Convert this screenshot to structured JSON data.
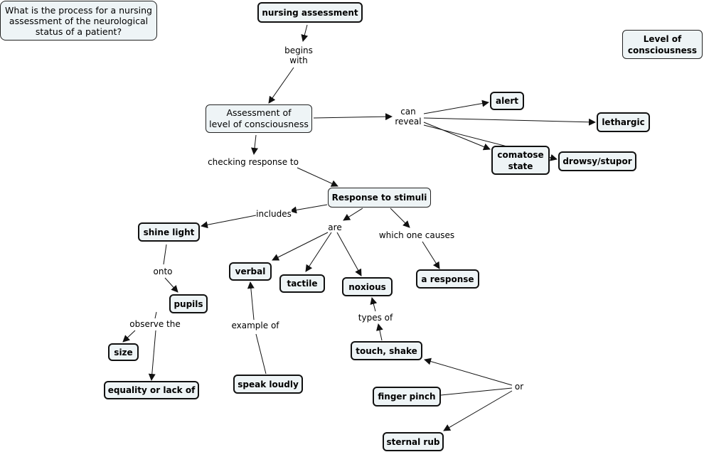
{
  "question": "What is the process for a nursing assessment of the neurological status of a patient?",
  "nodes": {
    "nursing_assessment": "nursing assessment",
    "level_of_consciousness_title": "Level of consciousness",
    "assessment_loc": "Assessment of\nlevel of consciousness",
    "alert": "alert",
    "lethargic": "lethargic",
    "comatose_state": "comatose state",
    "drowsy_stupor": "drowsy/stupor",
    "response_to_stimuli": "Response to stimuli",
    "shine_light": "shine light",
    "pupils": "pupils",
    "size": "size",
    "equality": "equality or lack of",
    "verbal": "verbal",
    "tactile": "tactile",
    "noxious": "noxious",
    "a_response": "a response",
    "speak_loudly": "speak loudly",
    "touch_shake": "touch, shake",
    "finger_pinch": "finger pinch",
    "sternal_rub": "sternal rub"
  },
  "links": {
    "begins_with": "begins\nwith",
    "can_reveal": "can\nreveal",
    "checking_response_to": "checking response to",
    "includes": "includes",
    "are": "are",
    "which_one_causes": "which one causes",
    "onto": "onto",
    "observe_the": "observe the",
    "example_of": "example of",
    "types_of": "types of",
    "or": "or"
  },
  "colors": {
    "node_fill": "#eef4f6",
    "stroke": "#111111"
  }
}
